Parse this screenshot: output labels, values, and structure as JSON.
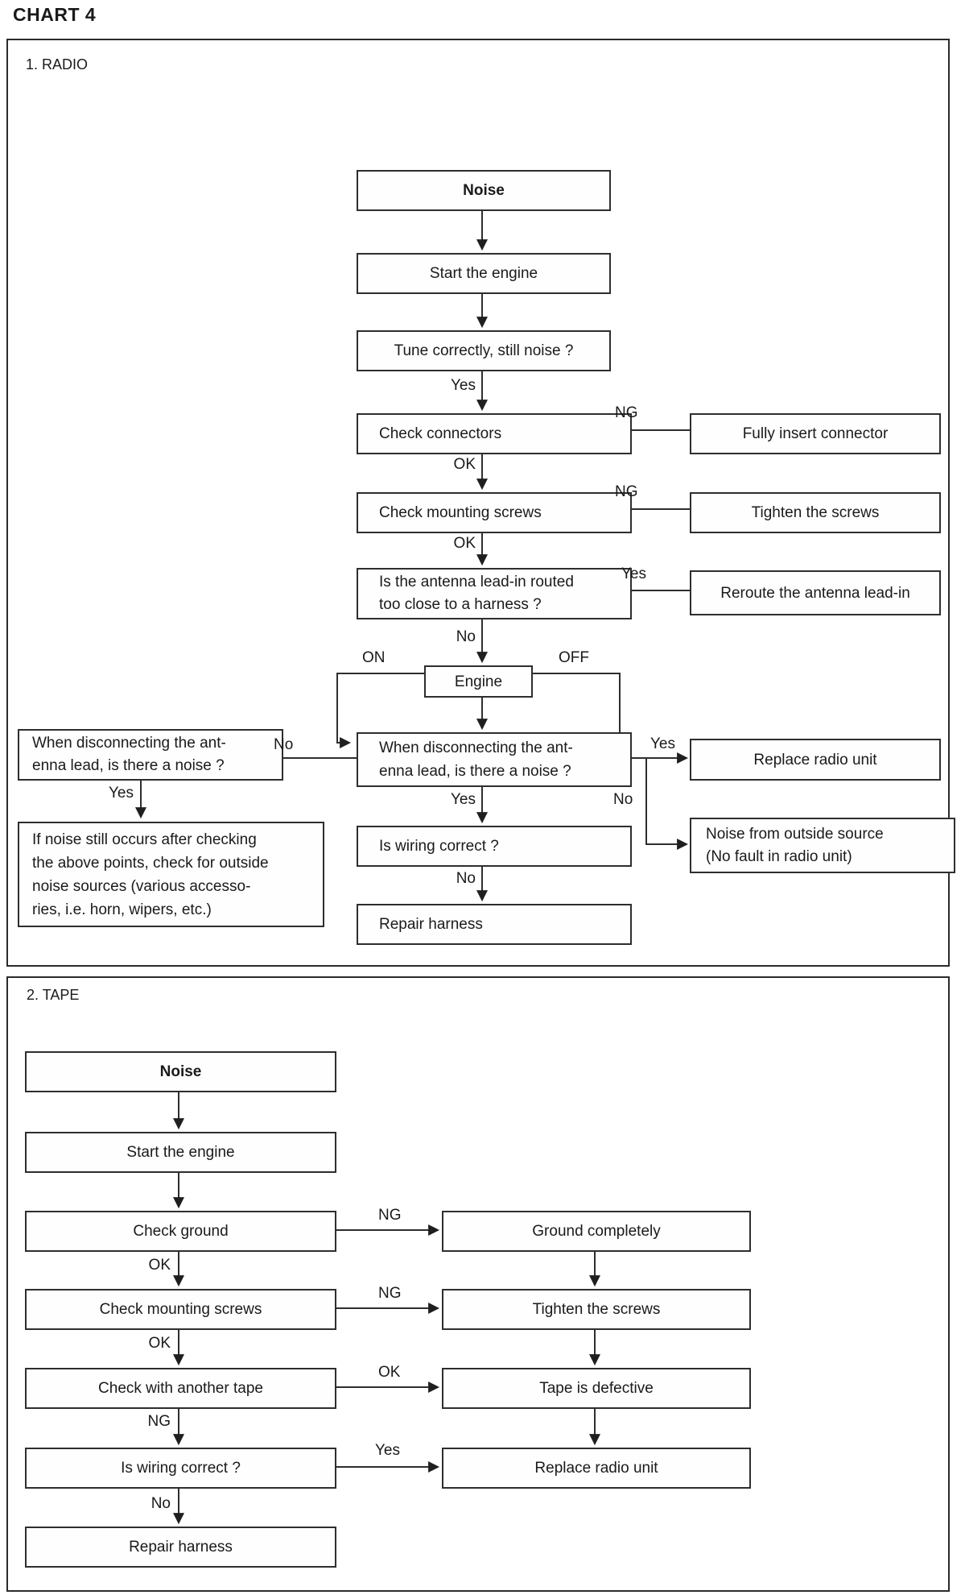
{
  "page_title": "CHART 4",
  "colors": {
    "ink": "#1a1a1a",
    "line": "#2e2e2e",
    "background": "#ffffff"
  },
  "s1": {
    "title": "1. RADIO",
    "nodes": {
      "noise": "Noise",
      "start": "Start the engine",
      "tune": "Tune correctly, still noise ?",
      "check_connectors": "Check connectors",
      "fully_insert": "Fully insert connector",
      "check_mounting": "Check mounting screws",
      "tighten": "Tighten the screws",
      "antenna_l1": "Is the antenna lead-in routed",
      "antenna_l2": "too close to a harness ?",
      "reroute": "Reroute the antenna lead-in",
      "engine": "Engine",
      "disc_center_l1": "When disconnecting  the ant-",
      "disc_center_l2": "enna lead, is there a noise ?",
      "disc_left_l1": "When disconnecting the ant-",
      "disc_left_l2": "enna lead, is there a noise ?",
      "replace": "Replace radio unit",
      "outside_l1": "Noise from outside source",
      "outside_l2": "(No fault in radio unit)",
      "note_l1": "If noise still occurs after checking",
      "note_l2": "the above points, check for outside",
      "note_l3": "noise sources (various accesso-",
      "note_l4": "ries, i.e. horn, wipers, etc.)",
      "wiring": "Is wiring correct ?",
      "repair": "Repair harness"
    },
    "labels": {
      "yes_tune": "Yes",
      "ng_conn": "NG",
      "ok_conn": "OK",
      "ng_mount": "NG",
      "ok_mount": "OK",
      "yes_antenna": "Yes",
      "no_antenna": "No",
      "on": "ON",
      "off": "OFF",
      "no_left": "No",
      "yes_left": "Yes",
      "yes_right": "Yes",
      "no_right": "No",
      "yes_down": "Yes",
      "no_wiring": "No"
    }
  },
  "s2": {
    "title": "2. TAPE",
    "nodes": {
      "noise": "Noise",
      "start": "Start the engine",
      "check_ground": "Check ground",
      "ground_completely": "Ground completely",
      "check_mounting": "Check mounting screws",
      "tighten": "Tighten the screws",
      "check_tape": "Check with another tape",
      "tape_defective": "Tape is defective",
      "wiring": "Is wiring correct ?",
      "replace": "Replace radio unit",
      "repair": "Repair harness"
    },
    "labels": {
      "ng_ground": "NG",
      "ok_ground": "OK",
      "ng_mount": "NG",
      "ok_mount": "OK",
      "ok_tape": "OK",
      "ng_tape": "NG",
      "yes_wiring": "Yes",
      "no_wiring": "No"
    }
  }
}
